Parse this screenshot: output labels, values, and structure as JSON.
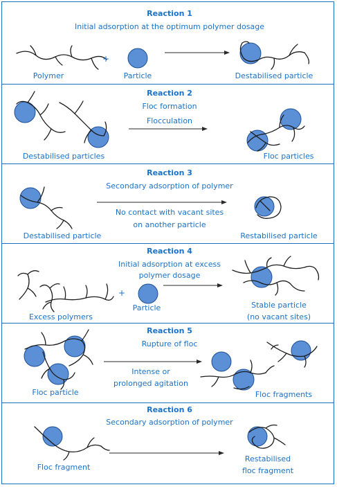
{
  "colors": {
    "border": "#1a6fc2",
    "text": "#1a72c8",
    "particle": "#5b8fd6",
    "polymer": "#1c1c1c"
  },
  "reactions": [
    {
      "title": "Reaction 1",
      "description": "Initial adsorption at the optimum polymer dosage",
      "labels": {
        "polymer": "Polymer",
        "plus": "+",
        "particle": "Particle",
        "product": "Destabilised particle"
      }
    },
    {
      "title": "Reaction 2",
      "description": "Floc formation",
      "arrow_label": "Flocculation",
      "labels": {
        "reactant": "Destabilised particles",
        "product": "Floc particles"
      }
    },
    {
      "title": "Reaction 3",
      "description": "Secondary adsorption of polymer",
      "arrow_label_1": "No contact with vacant sites",
      "arrow_label_2": "on another particle",
      "labels": {
        "reactant": "Destabilised particle",
        "product": "Restabilised particle"
      }
    },
    {
      "title": "Reaction 4",
      "description_1": "Initial adsorption at excess",
      "description_2": "polymer dosage",
      "labels": {
        "reactant": "Excess polymers",
        "plus": "+",
        "particle": "Particle",
        "product_1": "Stable particle",
        "product_2": "(no vacant sites)"
      }
    },
    {
      "title": "Reaction 5",
      "description": "Rupture of floc",
      "arrow_label_1": "Intense or",
      "arrow_label_2": "prolonged agitation",
      "labels": {
        "reactant": "Floc particle",
        "product": "Floc fragments"
      }
    },
    {
      "title": "Reaction 6",
      "description": "Secondary adsorption of polymer",
      "labels": {
        "reactant": "Floc fragment",
        "product_1": "Restabilised",
        "product_2": "floc fragment"
      }
    }
  ]
}
